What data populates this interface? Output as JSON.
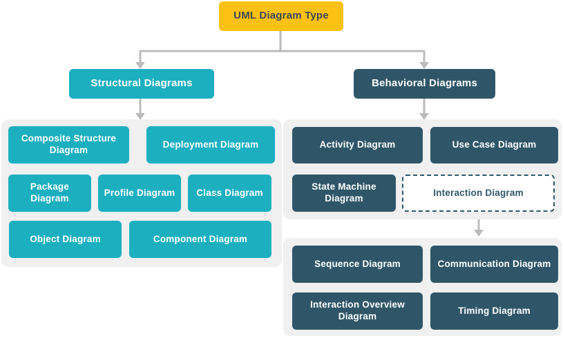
{
  "diagram": {
    "title": "UML Diagram Type",
    "root": {
      "label": "UML Diagram Type"
    },
    "structural": {
      "header": "Structural Diagrams",
      "children": [
        "Composite Structure Diagram",
        "Deployment Diagram",
        "Package Diagram",
        "Profile Diagram",
        "Class Diagram",
        "Object Diagram",
        "Component Diagram"
      ]
    },
    "behavioral": {
      "header": "Behavioral Diagrams",
      "children": [
        "Activity Diagram",
        "Use Case Diagram",
        "State Machine Diagram",
        "Interaction Diagram"
      ]
    },
    "interaction_group": {
      "children": [
        "Sequence Diagram",
        "Communication Diagram",
        "Interaction Overview Diagram",
        "Timing Diagram"
      ]
    },
    "colors": {
      "root_fill": "#fdc113",
      "root_text": "#3a4750",
      "structural_fill": "#1cafc0",
      "behavioral_fill": "#2f5668",
      "node_text": "#ffffff",
      "container_fill": "#f0f0f0",
      "connector": "#bbbbbb",
      "dashed_border": "#2f5668",
      "background": "#ffffff"
    }
  }
}
